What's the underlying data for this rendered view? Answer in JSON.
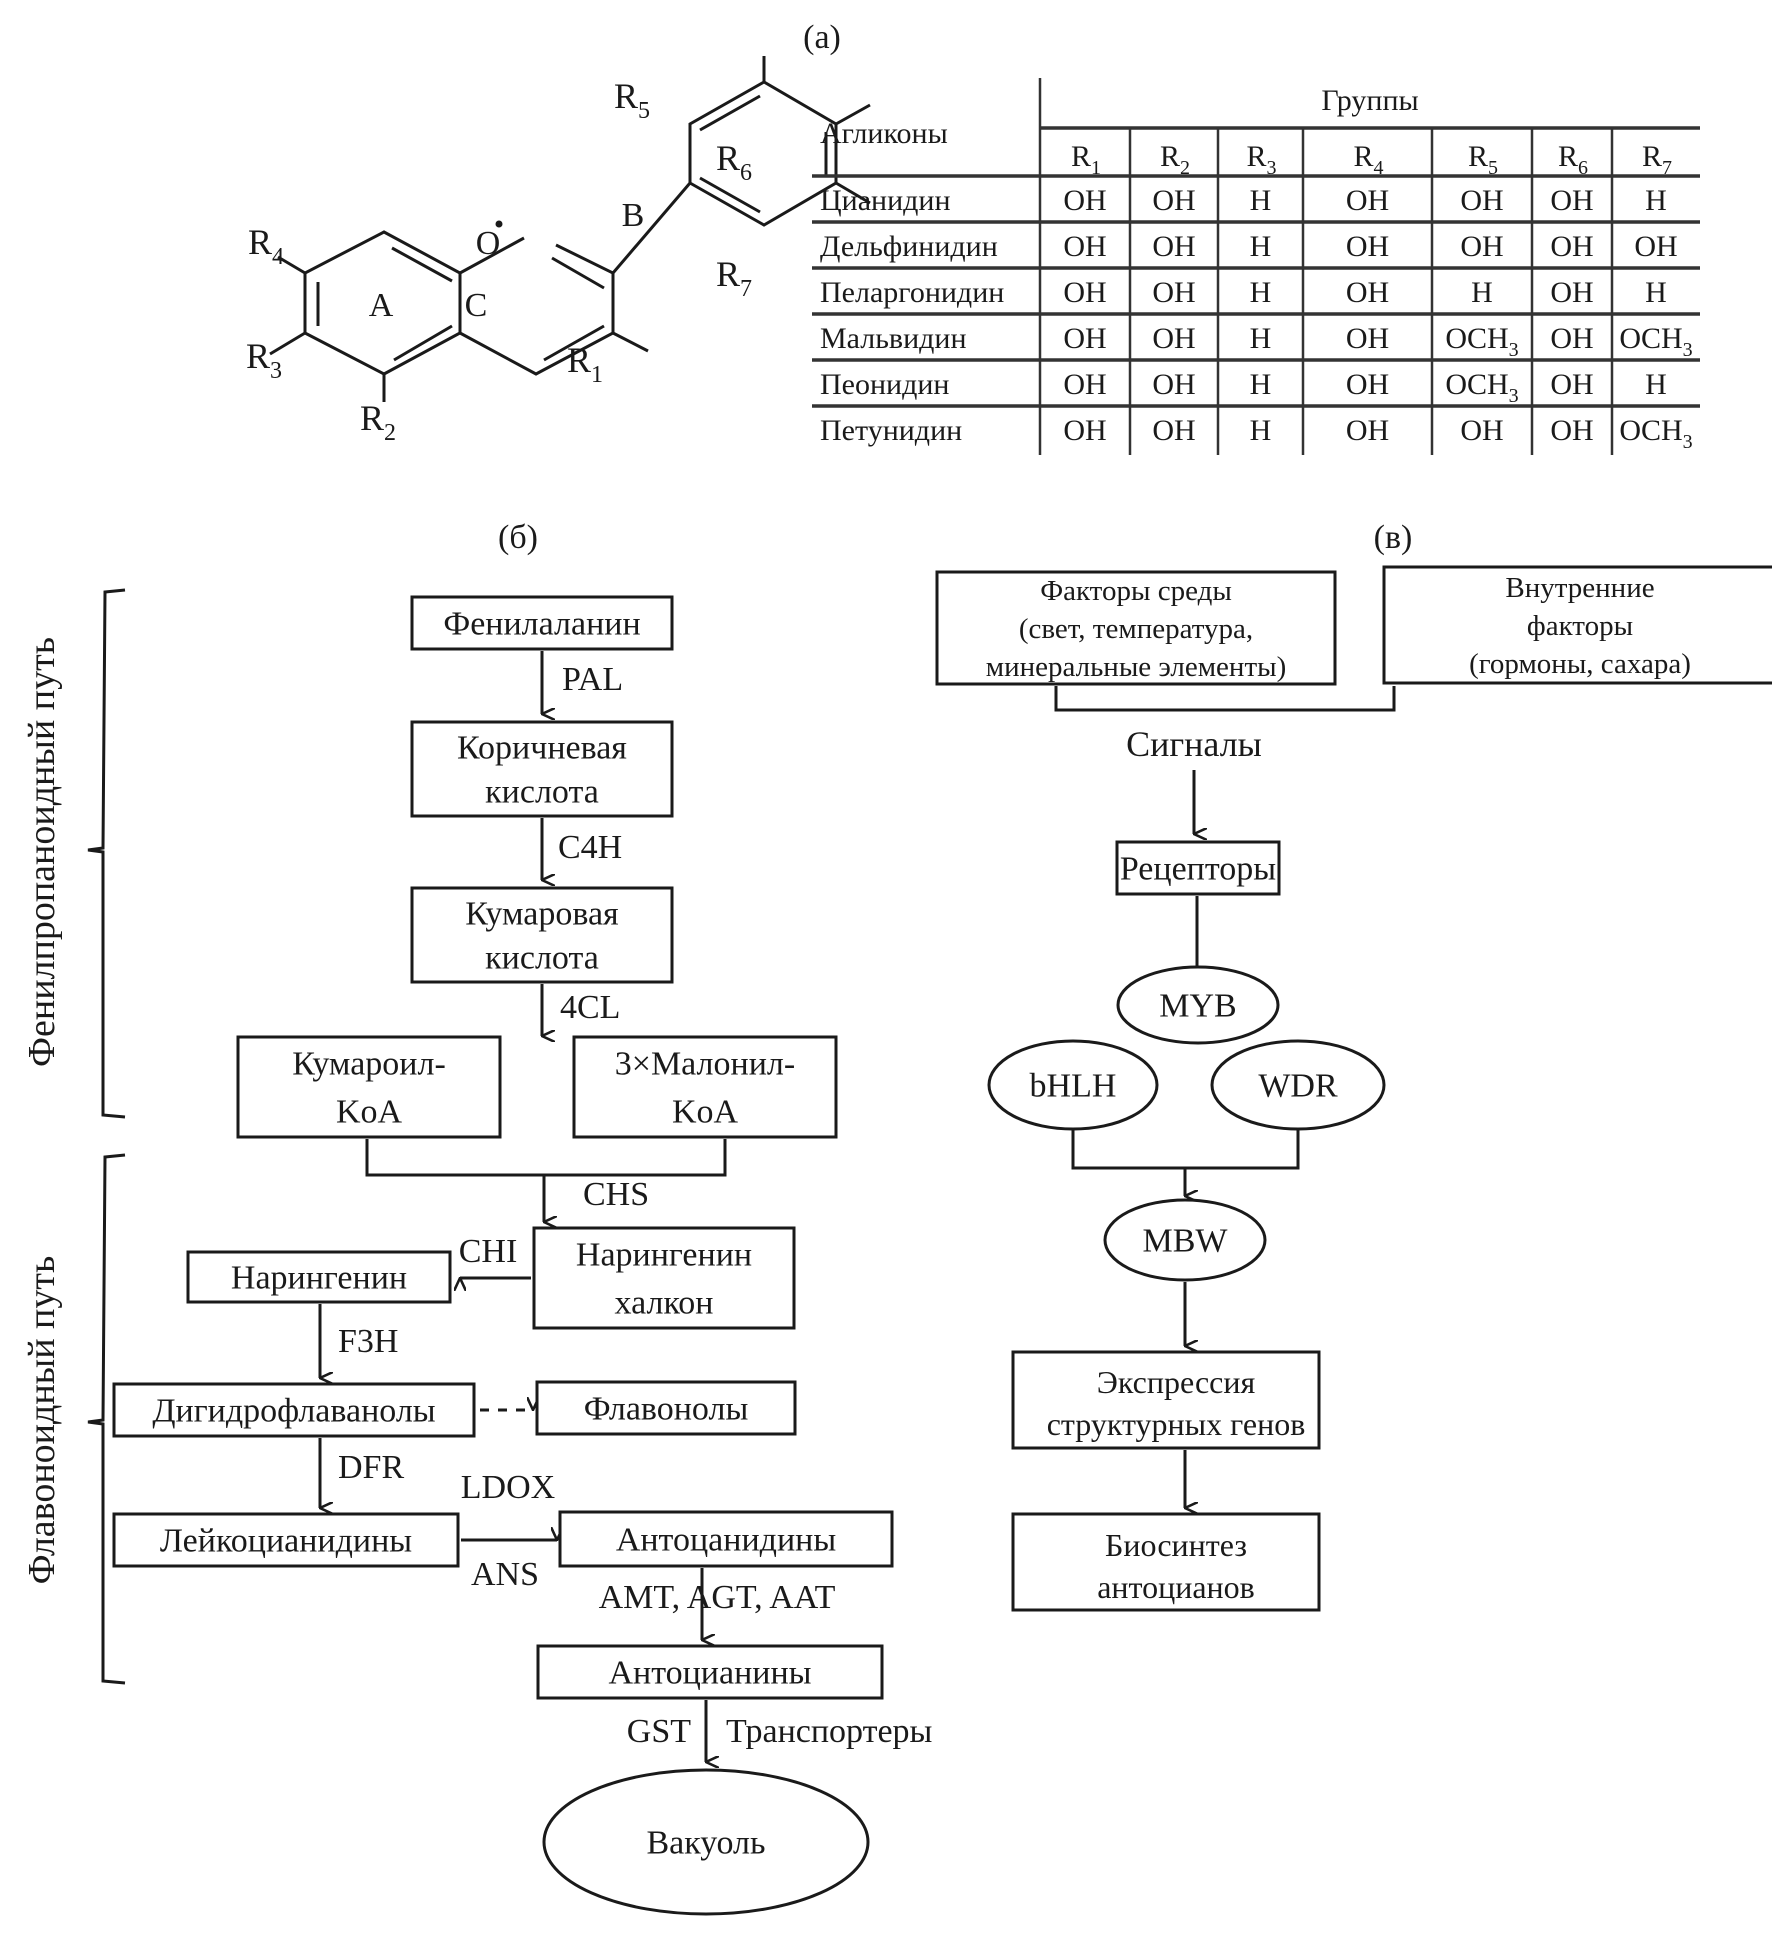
{
  "panel_a": {
    "label": "(а)",
    "structure": {
      "ring_labels": [
        "A",
        "B",
        "C"
      ],
      "oxygen": "O",
      "substituents": [
        "R",
        "R",
        "R",
        "R",
        "R",
        "R",
        "R"
      ],
      "substituent_indices": [
        "1",
        "2",
        "3",
        "4",
        "5",
        "6",
        "7"
      ]
    },
    "table": {
      "row_header": "Агликоны",
      "group_header": "Группы",
      "columns": [
        "R1",
        "R2",
        "R3",
        "R4",
        "R5",
        "R6",
        "R7"
      ],
      "rows": [
        {
          "name": "Цианидин",
          "values": [
            "OH",
            "OH",
            "H",
            "OH",
            "OH",
            "OH",
            "H"
          ]
        },
        {
          "name": "Дельфинидин",
          "values": [
            "OH",
            "OH",
            "H",
            "OH",
            "OH",
            "OH",
            "OH"
          ]
        },
        {
          "name": "Пеларгонидин",
          "values": [
            "OH",
            "OH",
            "H",
            "OH",
            "H",
            "OH",
            "H"
          ]
        },
        {
          "name": "Мальвидин",
          "values": [
            "OH",
            "OH",
            "H",
            "OH",
            "OCH3",
            "OH",
            "OCH3"
          ]
        },
        {
          "name": "Пеонидин",
          "values": [
            "OH",
            "OH",
            "H",
            "OH",
            "OCH3",
            "OH",
            "H"
          ]
        },
        {
          "name": "Петунидин",
          "values": [
            "OH",
            "OH",
            "H",
            "OH",
            "OH",
            "OH",
            "OCH3"
          ]
        }
      ]
    }
  },
  "panel_b": {
    "label": "(б)",
    "brackets": [
      "Фенилпропаноидный путь",
      "Флавоноидный путь"
    ],
    "nodes": {
      "phe": [
        "Фенилаланин"
      ],
      "cin": [
        "Коричневая",
        "кислота"
      ],
      "cou": [
        "Кумаровая",
        "кислота"
      ],
      "coa": [
        "Кумароил-",
        "KoA"
      ],
      "mal": [
        "3×Малонил-",
        "KoA"
      ],
      "chal": [
        "Нарингенин",
        "халкон"
      ],
      "nar": [
        "Нарингенин"
      ],
      "dhf": [
        "Дигидрофлаванолы"
      ],
      "flv": [
        "Флавонолы"
      ],
      "leu": [
        "Лейкоцианидины"
      ],
      "ant": [
        "Антоцанидины"
      ],
      "acy": [
        "Антоцианины"
      ],
      "vac": [
        "Вакуоль"
      ]
    },
    "enzymes": {
      "pal": "PAL",
      "c4h": "C4H",
      "cl4": "4CL",
      "chs": "CHS",
      "chi": "CHI",
      "f3h": "F3H",
      "dfr": "DFR",
      "ldox": "LDOX",
      "ans": "ANS",
      "amt": "AMT, AGT, AAT",
      "gst": "GST",
      "trans": "Транспортеры"
    }
  },
  "panel_c": {
    "label": "(в)",
    "nodes": {
      "env": [
        "Факторы среды",
        "(свет, температура,",
        "минеральные элементы)"
      ],
      "int": [
        "Внутренние",
        "факторы",
        "(гормоны, сахара)"
      ],
      "rec": [
        "Рецепторы"
      ],
      "myb": [
        "MYB"
      ],
      "bhlh": [
        "bHLH"
      ],
      "wdr": [
        "WDR"
      ],
      "mbw": [
        "MBW"
      ],
      "expr": [
        "Экспрессия",
        "структурных генов"
      ],
      "bio": [
        "Биосинтез",
        "антоцианов"
      ]
    },
    "signals": "Сигналы"
  }
}
